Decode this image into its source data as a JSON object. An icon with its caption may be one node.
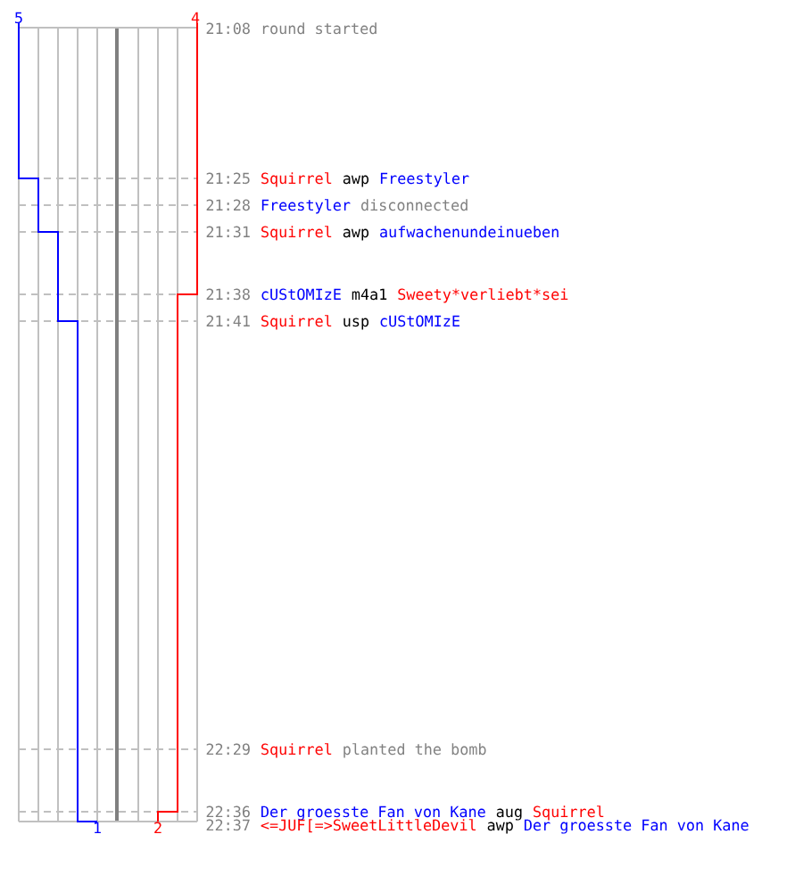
{
  "diagram": {
    "labels": [
      "5",
      "4",
      "21:08",
      "round started",
      "21:25",
      "Squirrel",
      "awp",
      "Freestyler",
      "21:28",
      "Freestyler",
      "disconnected",
      "21:31",
      "Squirrel",
      "awp",
      "aufwachenundeinueben",
      "21:38",
      "cUStOMIzE",
      "m4a1",
      "Sweety*verliebt*sei",
      "21:41",
      "Squirrel",
      "usp",
      "cUStOMIzE",
      "22:29",
      "Squirrel",
      "planted the bomb",
      "22:36",
      "Der groesste Fan von Kane",
      "aug",
      "Squirrel",
      "1",
      "2",
      "22:37",
      "<=JUF[=>SweetLittleDevil",
      "awp",
      "Der groesste Fan von Kane"
    ]
  }
}
